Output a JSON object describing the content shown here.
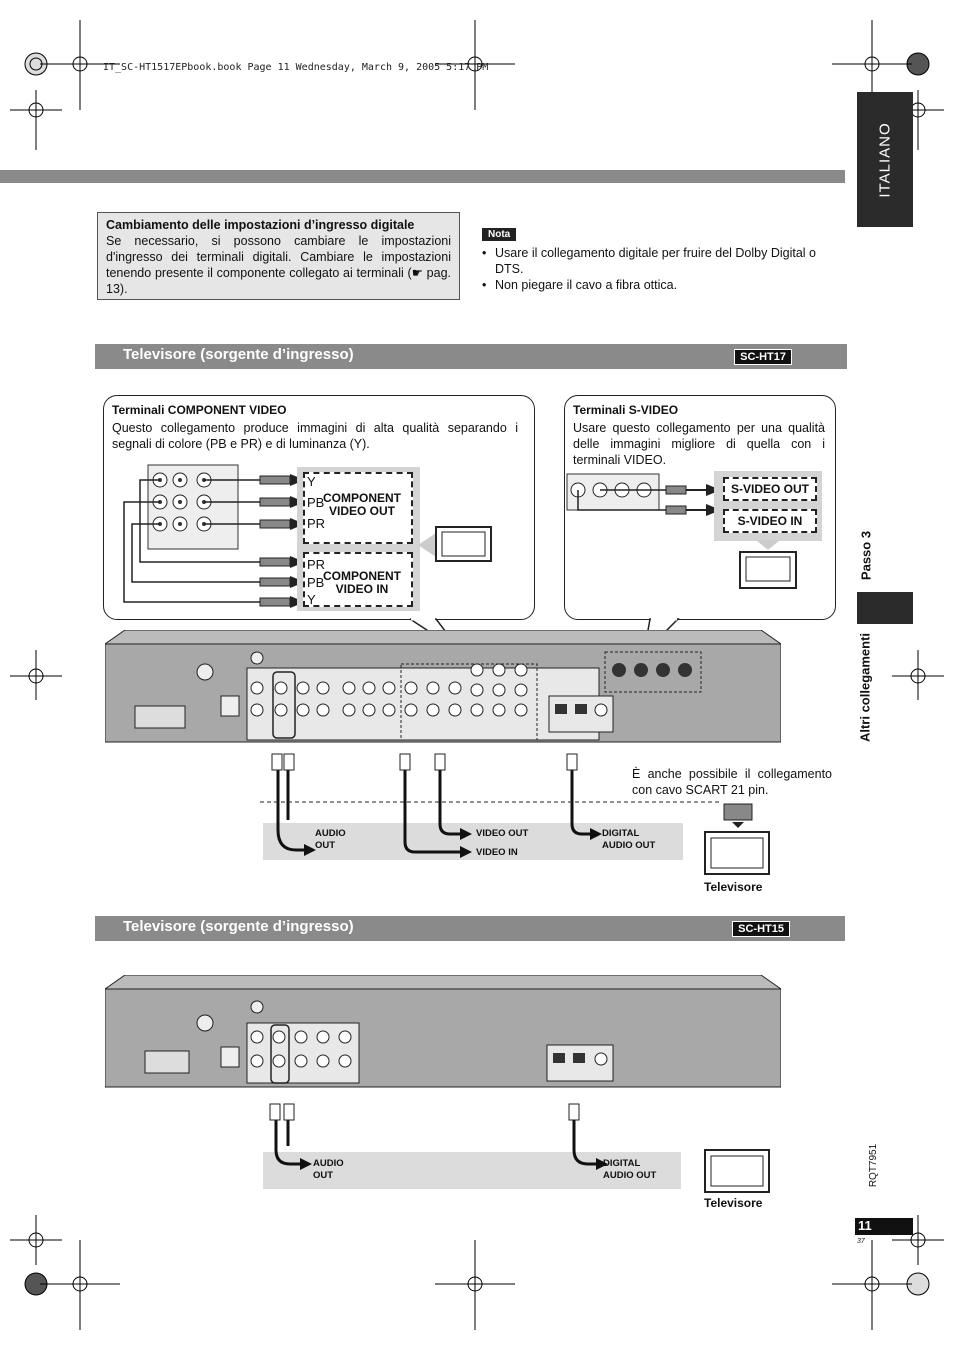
{
  "header_file": "IT_SC-HT1517EPbook.book  Page 11  Wednesday, March 9, 2005  5:17 PM",
  "side": {
    "language": "ITALIANO",
    "step": "Passo 3",
    "chapter": "Altri collegamenti"
  },
  "infobox": {
    "title": "Cambiamento delle impostazioni d’ingresso digitale",
    "body": "Se necessario, si possono cambiare le impostazioni d'ingresso dei terminali digitali. Cambiare le impostazioni tenendo presente il componente collegato ai terminali (☛ pag. 13)."
  },
  "nota": {
    "badge": "Nota",
    "items": [
      "Usare il collegamento digitale per fruire del Dolby Digital o DTS.",
      "Non piegare il cavo a fibra ottica."
    ]
  },
  "section1": {
    "title": "Televisore (sorgente d’ingresso)",
    "model": "SC-HT17"
  },
  "section2": {
    "title": "Televisore (sorgente d’ingresso)",
    "model": "SC-HT15"
  },
  "component_bubble": {
    "title": "Terminali COMPONENT VIDEO",
    "body": "Questo collegamento produce immagini di alta qualità separando i segnali di colore (PB e PR) e di luminanza (Y).",
    "out_label": "COMPONENT VIDEO OUT",
    "in_label": "COMPONENT VIDEO IN",
    "out_letters": [
      "Y",
      "PB",
      "PR"
    ],
    "in_letters": [
      "PR",
      "PB",
      "Y"
    ]
  },
  "svideo_bubble": {
    "title": "Terminali S-VIDEO",
    "body": "Usare questo collegamento per una qualità delle immagini migliore di quella con i terminali VIDEO.",
    "out_label": "S-VIDEO OUT",
    "in_label": "S-VIDEO IN"
  },
  "flow1": {
    "audio_out": "AUDIO OUT",
    "video_out": "VIDEO OUT",
    "video_in": "VIDEO IN",
    "digital_audio_out": "DIGITAL AUDIO OUT",
    "tv": "Televisore",
    "scart_note": "È anche possibile il collegamento con cavo SCART 21 pin."
  },
  "flow2": {
    "audio_out": "AUDIO OUT",
    "digital_audio_out": "DIGITAL AUDIO OUT",
    "tv": "Televisore"
  },
  "footer": {
    "page": "11",
    "code": "RQT7951",
    "sub": "37"
  }
}
